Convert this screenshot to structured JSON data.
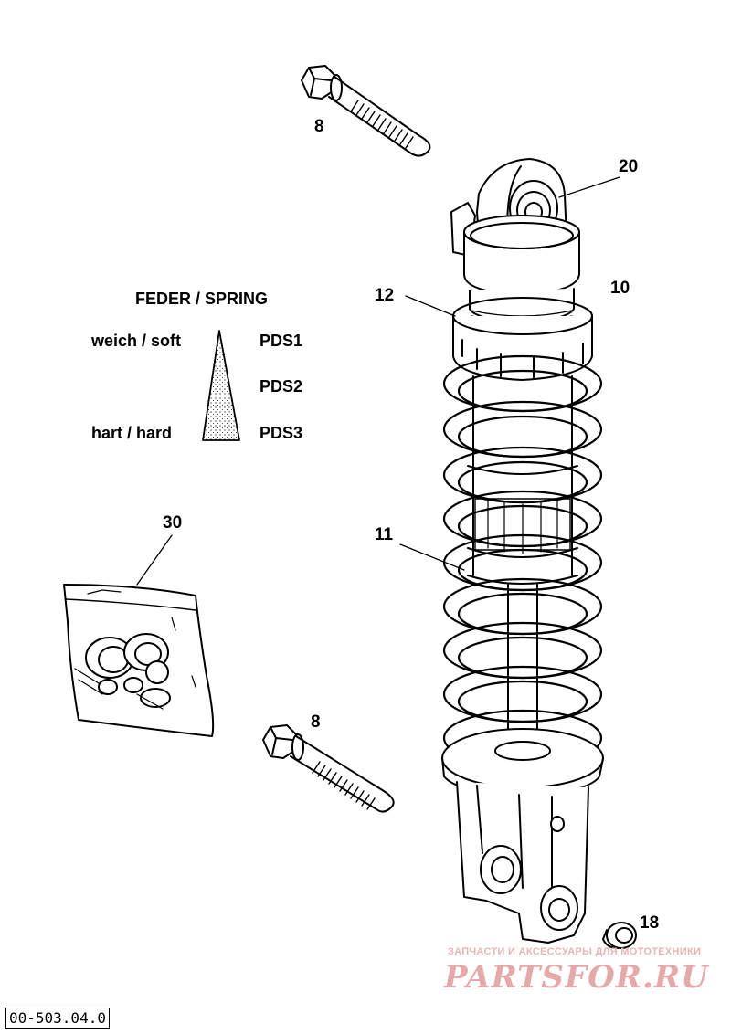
{
  "callouts": {
    "bolt_top": "8",
    "bolt_bottom": "8",
    "eye_bushing": "20",
    "shock_body": "10",
    "spring_nut": "12",
    "spring": "11",
    "seal_kit": "30",
    "bushing": "18"
  },
  "spring_legend": {
    "title": "FEDER / SPRING",
    "soft_label": "weich / soft",
    "hard_label": "hart / hard",
    "grades": [
      "PDS1",
      "PDS2",
      "PDS3"
    ]
  },
  "document_number": "00-503.04.0",
  "watermark": {
    "tagline": "ЗАПЧАСТИ И АКСЕССУАРЫ ДЛЯ МОТОТЕХНИКИ",
    "brand": "PARTSFOR.RU",
    "color": "#e6a9a9"
  }
}
